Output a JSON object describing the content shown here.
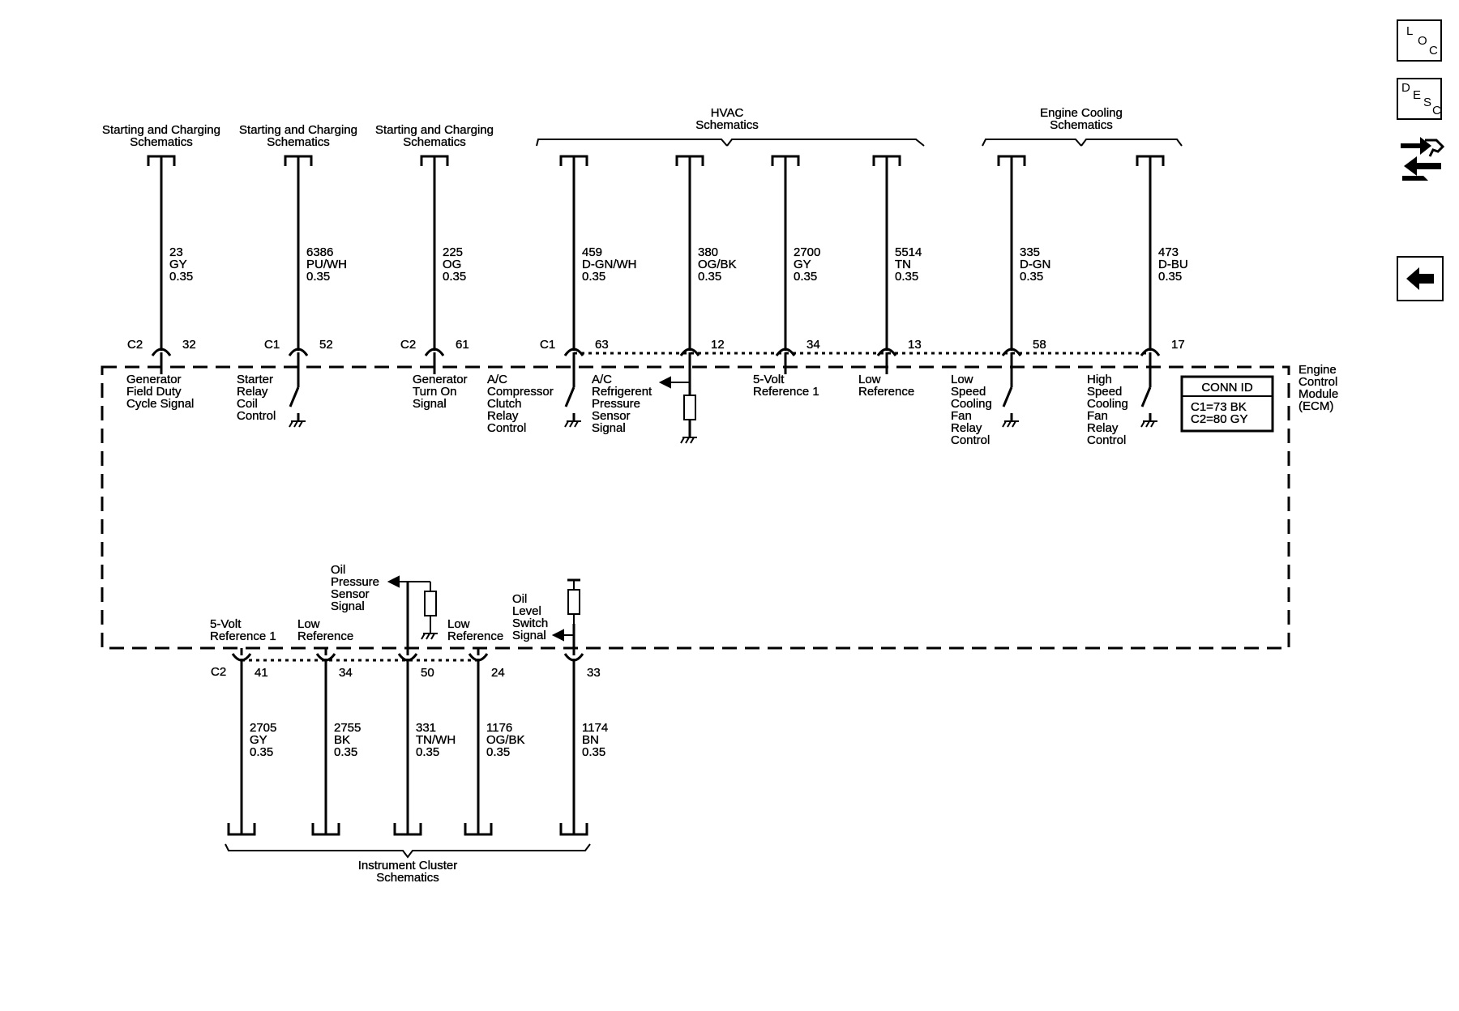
{
  "top_connectors": [
    {
      "group": "Starting and Charging\nSchematics",
      "conn": "C2",
      "pin": "32",
      "wire": "23",
      "color": "GY",
      "gauge": "0.35",
      "signal": "Generator\nField Duty\nCycle Signal"
    },
    {
      "group": "Starting and Charging\nSchematics",
      "conn": "C1",
      "pin": "52",
      "wire": "6386",
      "color": "PU/WH",
      "gauge": "0.35",
      "signal": "Starter\nRelay\nCoil\nControl"
    },
    {
      "group": "Starting and Charging\nSchematics",
      "conn": "C2",
      "pin": "61",
      "wire": "225",
      "color": "OG",
      "gauge": "0.35",
      "signal": "Generator\nTurn On\nSignal"
    },
    {
      "group": "",
      "conn": "C1",
      "pin": "63",
      "wire": "459",
      "color": "D-GN/WH",
      "gauge": "0.35",
      "signal": "A/C\nCompressor\nClutch\nRelay\nControl"
    },
    {
      "group": "",
      "conn": "",
      "pin": "12",
      "wire": "380",
      "color": "OG/BK",
      "gauge": "0.35",
      "signal": "A/C\nRefrigerent\nPressure\nSensor\nSignal"
    },
    {
      "group": "",
      "conn": "",
      "pin": "34",
      "wire": "2700",
      "color": "GY",
      "gauge": "0.35",
      "signal": "5-Volt\nReference 1"
    },
    {
      "group": "",
      "conn": "",
      "pin": "13",
      "wire": "5514",
      "color": "TN",
      "gauge": "0.35",
      "signal": "Low\nReference"
    },
    {
      "group": "",
      "conn": "",
      "pin": "58",
      "wire": "335",
      "color": "D-GN",
      "gauge": "0.35",
      "signal": "Low\nSpeed\nCooling\nFan\nRelay\nControl"
    },
    {
      "group": "",
      "conn": "",
      "pin": "17",
      "wire": "473",
      "color": "D-BU",
      "gauge": "0.35",
      "signal": "High\nSpeed\nCooling\nFan\nRelay\nControl"
    }
  ],
  "hvac_group": "HVAC\nSchematics",
  "engine_cooling_group": "Engine Cooling\nSchematics",
  "module_label": "Engine\nControl\nModule\n(ECM)",
  "conn_id": {
    "title": "CONN ID",
    "lines": [
      "C1=73 BK",
      "C2=80 GY"
    ]
  },
  "bottom_connectors": [
    {
      "conn": "C2",
      "pin": "41",
      "wire": "2705",
      "color": "GY",
      "gauge": "0.35",
      "signal": "5-Volt\nReference 1"
    },
    {
      "conn": "",
      "pin": "34",
      "wire": "2755",
      "color": "BK",
      "gauge": "0.35",
      "signal": "Low\nReference"
    },
    {
      "conn": "",
      "pin": "50",
      "wire": "331",
      "color": "TN/WH",
      "gauge": "0.35",
      "signal": "Oil\nPressure\nSensor\nSignal"
    },
    {
      "conn": "",
      "pin": "24",
      "wire": "1176",
      "color": "OG/BK",
      "gauge": "0.35",
      "signal": "Low\nReference"
    },
    {
      "conn": "",
      "pin": "33",
      "wire": "1174",
      "color": "BN",
      "gauge": "0.35",
      "signal": "Oil\nLevel\nSwitch\nSignal"
    }
  ],
  "instrument_group": "Instrument Cluster\nSchematics",
  "nav": {
    "loc": [
      "L",
      "O",
      "C"
    ],
    "desc": [
      "D",
      "E",
      "S",
      "C"
    ]
  }
}
